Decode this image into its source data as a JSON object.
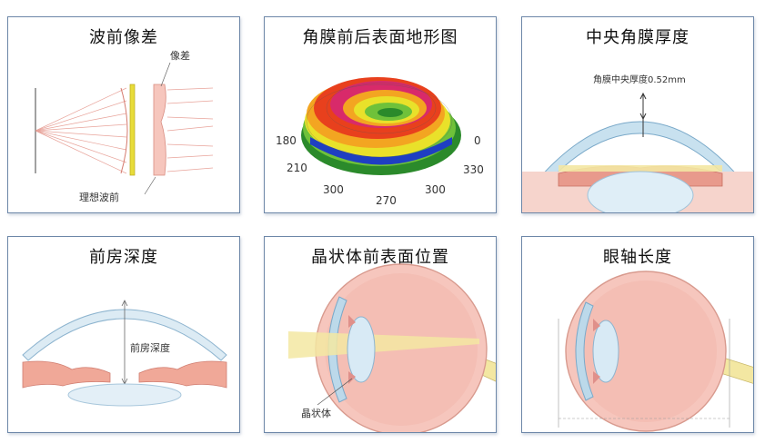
{
  "panels": [
    {
      "title": "波前像差",
      "labels": {
        "aberration": "像差",
        "ideal_wavefront": "理想波前"
      }
    },
    {
      "title": "角膜前后表面地形图",
      "labels": {
        "a180": "180",
        "a0": "0",
        "a210": "210",
        "a330": "330",
        "a300l": "300",
        "a270": "270",
        "a300r": "300"
      }
    },
    {
      "title": "中央角膜厚度",
      "labels": {
        "thickness": "角膜中央厚度0.52mm"
      }
    },
    {
      "title": "前房深度",
      "labels": {
        "depth": "前房深度"
      }
    },
    {
      "title": "晶状体前表面位置",
      "labels": {
        "lens": "晶状体"
      }
    },
    {
      "title": "眼轴长度",
      "labels": {}
    }
  ],
  "colors": {
    "border": "#6d87a8",
    "eye_pink": "#f6c6bd",
    "cornea_blue": "#bcd9ea",
    "yellow": "#f3e7a2"
  }
}
